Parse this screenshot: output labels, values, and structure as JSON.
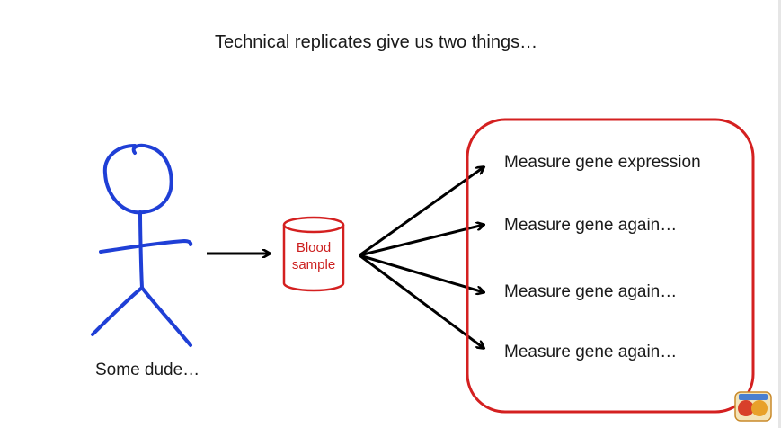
{
  "slide": {
    "title": "Technical replicates give us two things…",
    "person_label": "Some dude…",
    "sample_label_line1": "Blood",
    "sample_label_line2": "sample",
    "measurements": [
      "Measure gene expression",
      "Measure gene again…",
      "Measure gene again…",
      "Measure gene again…"
    ]
  },
  "colors": {
    "stick_figure": "#1f3fd6",
    "sample": "#d42020",
    "box_border": "#d42020",
    "arrows": "#000000"
  },
  "icons": {
    "logo": "so-logo-badge"
  }
}
